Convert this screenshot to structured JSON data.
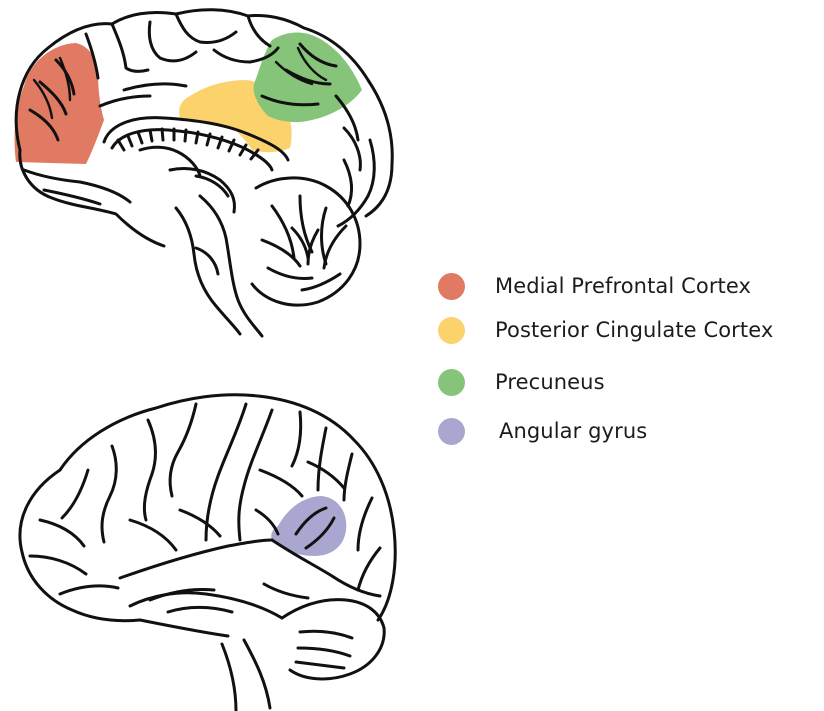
{
  "legend": {
    "items": [
      {
        "label": "Medial Prefrontal Cortex",
        "color": "#e07a63"
      },
      {
        "label": "Posterior Cingulate Cortex",
        "color": "#fbd26b"
      },
      {
        "label": "Precuneus",
        "color": "#86c47a"
      },
      {
        "label": "Angular gyrus",
        "color": "#a9a6cf"
      }
    ]
  },
  "regions": {
    "medial_prefrontal_cortex": {
      "color": "#e07a63",
      "icon": "medial-brain-region"
    },
    "posterior_cingulate_cortex": {
      "color": "#fbd26b",
      "icon": "medial-brain-region"
    },
    "precuneus": {
      "color": "#86c47a",
      "icon": "medial-brain-region"
    },
    "angular_gyrus": {
      "color": "#a9a6cf",
      "icon": "lateral-brain-region"
    }
  },
  "illustrations": {
    "top": "sagittal-brain-illustration",
    "bottom": "lateral-brain-illustration"
  }
}
